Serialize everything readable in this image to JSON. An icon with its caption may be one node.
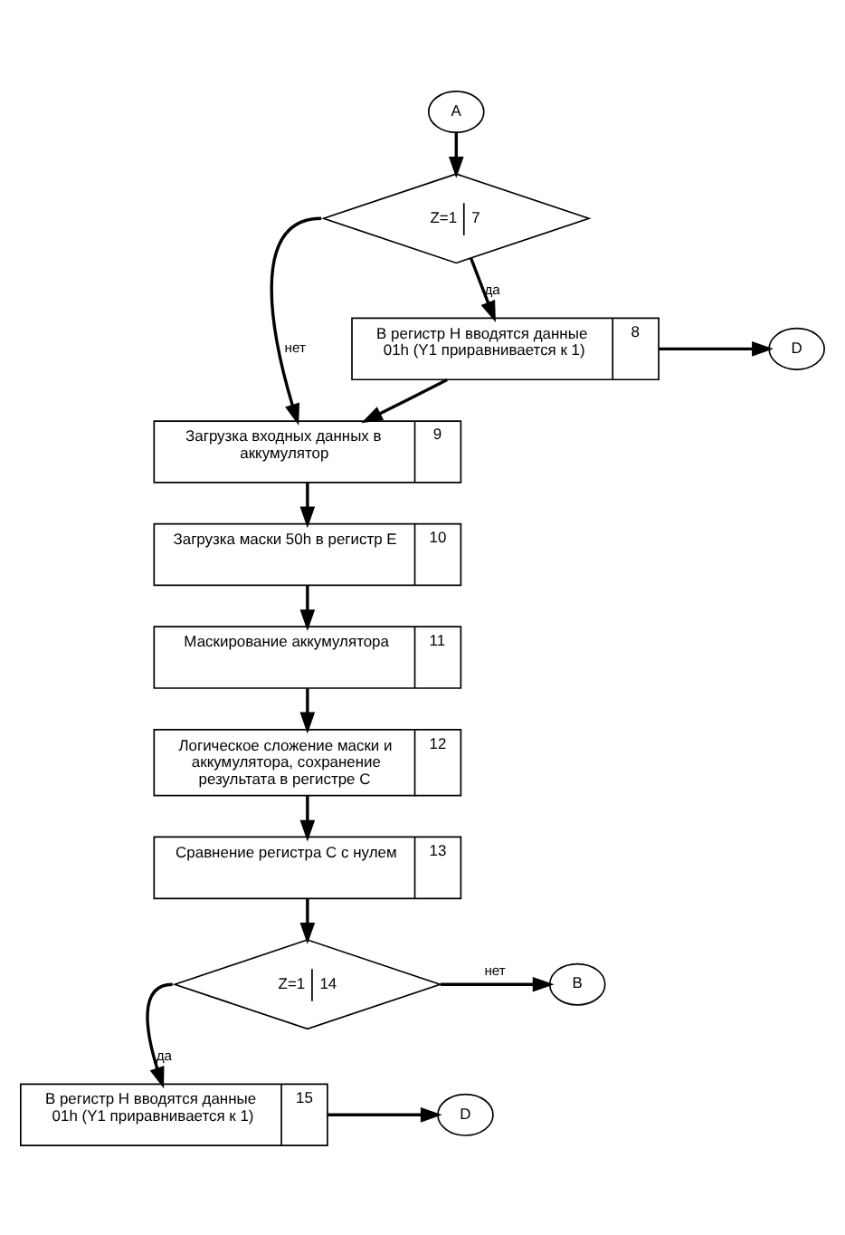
{
  "diagram": {
    "nodes": [
      {
        "text": [
          "A"
        ]
      },
      {
        "text": [
          "Z=1",
          "7"
        ]
      },
      {
        "text": [
          "В регистр H вводятся данные 01h (Y1 приравнивается к 1)",
          "8"
        ]
      },
      {
        "text": [
          "D"
        ]
      },
      {
        "text": [
          "Загрузка входных данных в аккумулятор",
          "9"
        ]
      },
      {
        "text": [
          "Загрузка маски 50h в регистр E",
          "10"
        ]
      },
      {
        "text": [
          "Маскирование аккумулятора",
          "11"
        ]
      },
      {
        "text": [
          "Логическое сложение маски и аккумулятора, сохранение результата в регистре C",
          "12"
        ]
      },
      {
        "text": [
          "Сравнение регистра C с нулем",
          "13"
        ]
      },
      {
        "text": [
          "Z=1",
          "14"
        ]
      },
      {
        "text": [
          "B"
        ]
      },
      {
        "text": [
          "В регистр H вводятся данные 01h (Y1 приравнивается к 1)",
          "15"
        ]
      },
      {
        "text": [
          "D"
        ]
      }
    ],
    "edges": [
      {
        "from": 0,
        "to": 1,
        "arrow": "to"
      },
      {
        "from": 1,
        "to": 2,
        "arrow": "to",
        "label": "да"
      },
      {
        "from": 1,
        "to": 4,
        "arrow": "to",
        "label": "нет"
      },
      {
        "from": 2,
        "to": 3,
        "arrow": "to"
      },
      {
        "from": 2,
        "to": 4,
        "arrow": "to"
      },
      {
        "from": 4,
        "to": 5,
        "arrow": "to"
      },
      {
        "from": 5,
        "to": 6,
        "arrow": "to"
      },
      {
        "from": 6,
        "to": 7,
        "arrow": "to"
      },
      {
        "from": 7,
        "to": 8,
        "arrow": "to"
      },
      {
        "from": 8,
        "to": 9,
        "arrow": "to"
      },
      {
        "from": 9,
        "to": 10,
        "arrow": "to",
        "label": "нет"
      },
      {
        "from": 9,
        "to": 11,
        "arrow": "to",
        "label": "да"
      },
      {
        "from": 11,
        "to": 12,
        "arrow": "to"
      }
    ]
  }
}
